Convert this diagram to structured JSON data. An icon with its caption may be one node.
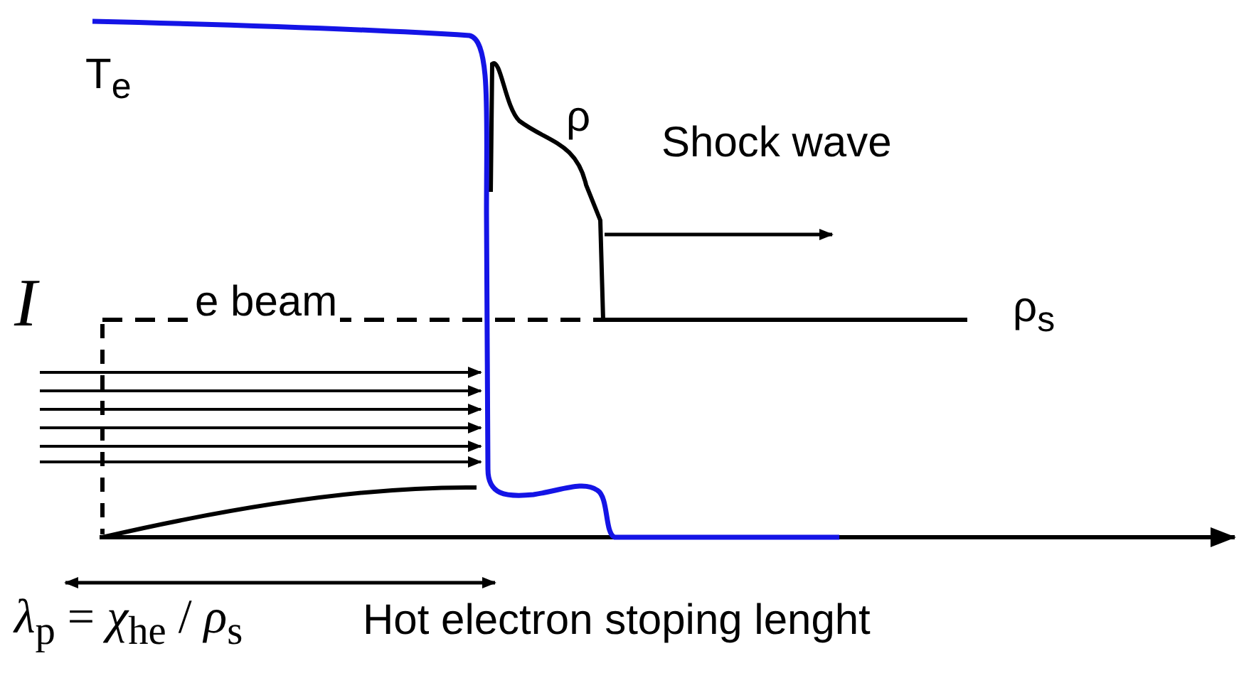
{
  "diagram": {
    "labels": [
      "T$_{e}$",
      "ρ",
      "Shock wave",
      "I",
      "e beam",
      "ρ$_{s}$",
      "*λ*$_{p}$ = *χ*$_{he}$ / *ρ*$_{s}$",
      "Hot electron stoping lenght"
    ]
  }
}
